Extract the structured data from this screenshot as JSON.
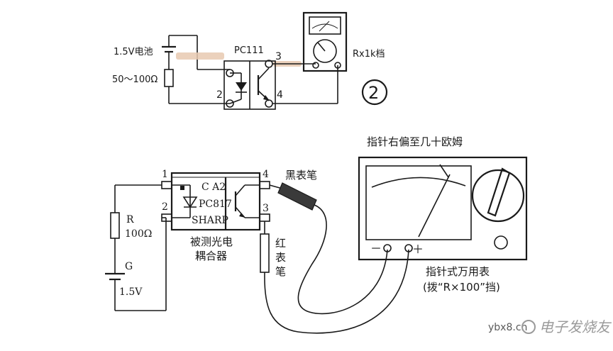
{
  "top": {
    "battery_label": "1.5V电池",
    "resistor_label": "50～100Ω",
    "ic_label": "PC111",
    "pin3": "3",
    "pin2": "2",
    "pin4": "4",
    "range_label": "Rx1k档",
    "step_number": "2"
  },
  "bottom": {
    "pin1": "1",
    "pin2": "2",
    "pin3": "3",
    "pin4": "4",
    "ic_text_ca2": "C A2",
    "ic_text_model": "PC817",
    "ic_text_brand": "SHARP",
    "caption_line1": "被测光电",
    "caption_line2": "耦合器",
    "res_r": "R",
    "res_value": "100Ω",
    "bat_g": "G",
    "bat_value": "1.5V",
    "black_probe": "黑表笔",
    "red_probe_1": "红",
    "red_probe_2": "表",
    "red_probe_3": "笔",
    "needle_note": "指针右偏至几十欧姆",
    "minus": "－",
    "plus": "＋",
    "meter_line1": "指针式万用表",
    "meter_line2": "(拨“R×100”挡)"
  },
  "watermark": {
    "site": "ybx8.cn",
    "brand": "电子发烧友"
  },
  "colors": {
    "line": "#1a1a1a",
    "watermark": "#9a9a9a",
    "tape": "#e8c9b0"
  }
}
